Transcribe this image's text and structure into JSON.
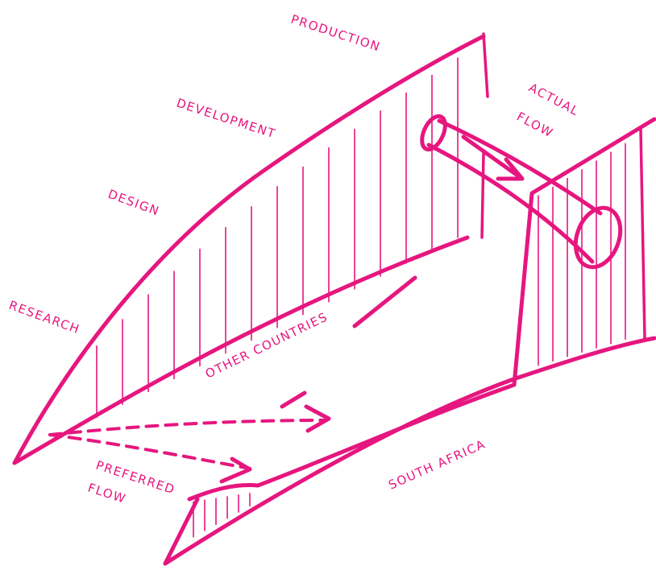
{
  "colors": {
    "ink": "#e6167f",
    "background": "#ffffff"
  },
  "labels": {
    "production": "PRODUCTION",
    "development": "DEVELOPMENT",
    "design": "DESIGN",
    "research": "RESEARCH",
    "actual_flow_line1": "ACTUAL",
    "actual_flow_line2": "FLOW",
    "other_countries": "OTHER COUNTRIES",
    "preferred_flow_line1": "PREFERRED",
    "preferred_flow_line2": "FLOW",
    "south_africa": "SOUTH AFRICA"
  }
}
